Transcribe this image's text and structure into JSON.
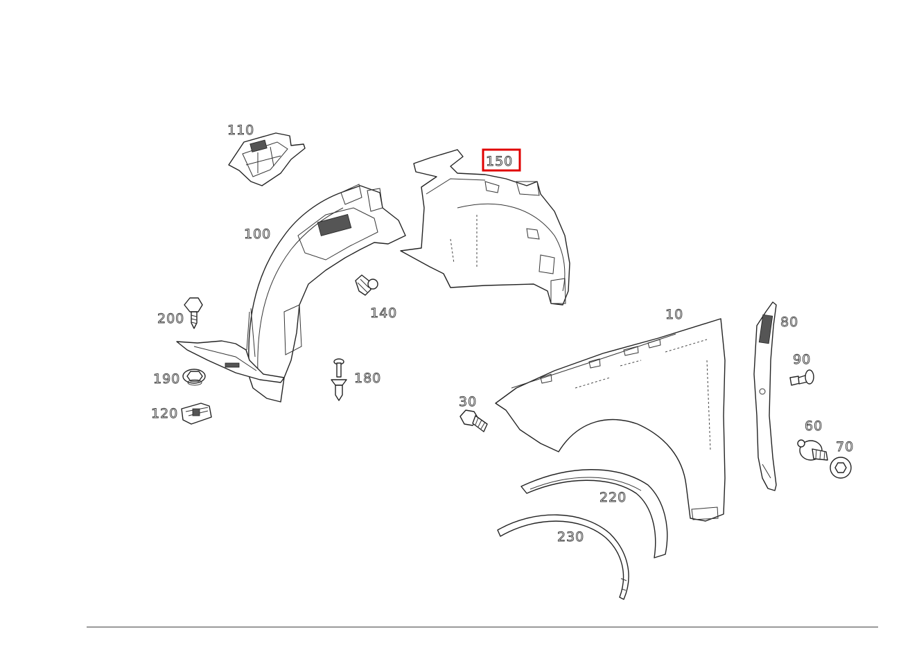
{
  "diagram": {
    "highlight_color": "#e00000",
    "rule_color": "#999999",
    "highlighted_part": "150",
    "callouts": [
      {
        "id": "110",
        "label": "110"
      },
      {
        "id": "150",
        "label": "150"
      },
      {
        "id": "100",
        "label": "100"
      },
      {
        "id": "140",
        "label": "140"
      },
      {
        "id": "200",
        "label": "200"
      },
      {
        "id": "190",
        "label": "190"
      },
      {
        "id": "120",
        "label": "120"
      },
      {
        "id": "180",
        "label": "180"
      },
      {
        "id": "10",
        "label": "10"
      },
      {
        "id": "80",
        "label": "80"
      },
      {
        "id": "90",
        "label": "90"
      },
      {
        "id": "30",
        "label": "30"
      },
      {
        "id": "60",
        "label": "60"
      },
      {
        "id": "70",
        "label": "70"
      },
      {
        "id": "220",
        "label": "220"
      },
      {
        "id": "230",
        "label": "230"
      }
    ]
  }
}
